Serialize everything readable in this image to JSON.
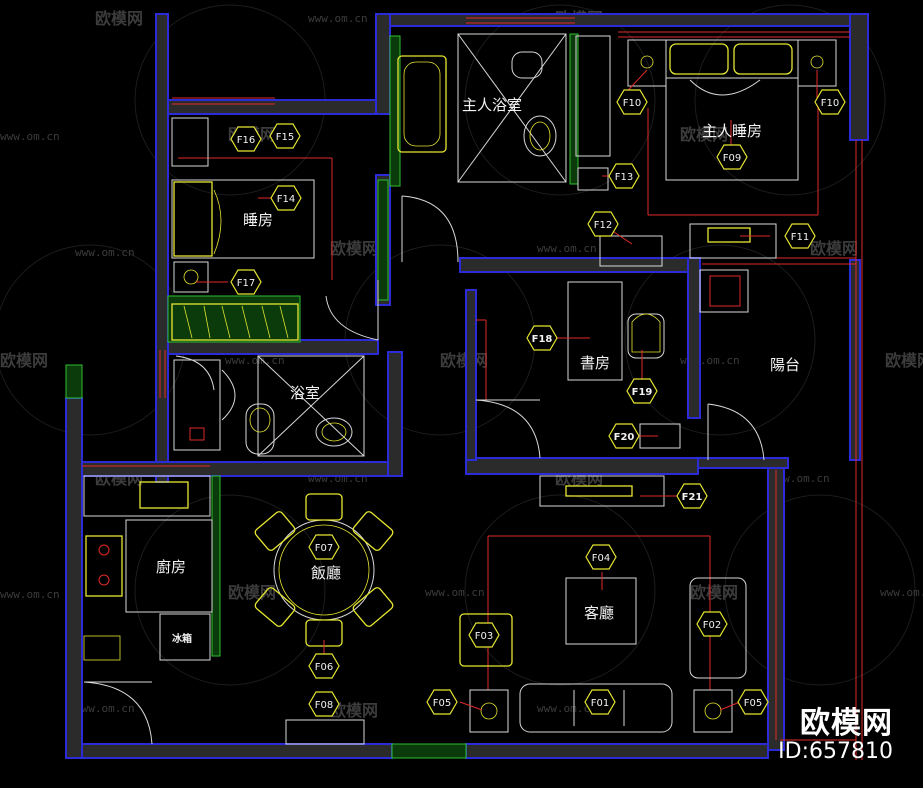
{
  "rooms": {
    "master_bath": "主人浴室",
    "master_bedroom": "主人睡房",
    "bedroom": "睡房",
    "bathroom": "浴室",
    "study": "書房",
    "balcony": "陽台",
    "kitchen": "廚房",
    "dining": "飯廳",
    "living": "客廳",
    "fridge": "冰箱"
  },
  "tags": {
    "F01": "F01",
    "F02": "F02",
    "F03": "F03",
    "F04": "F04",
    "F05": "F05",
    "F06": "F06",
    "F07": "F07",
    "F08": "F08",
    "F09": "F09",
    "F10": "F10",
    "F11": "F11",
    "F12": "F12",
    "F13": "F13",
    "F14": "F14",
    "F15": "F15",
    "F16": "F16",
    "F17": "F17",
    "F18": "F18",
    "F19": "F19",
    "F20": "F20",
    "F21": "F21"
  },
  "watermark": {
    "brand": "欧模网",
    "url": "www.om.cn"
  },
  "branding": {
    "name": "欧模网",
    "id": "ID:657810"
  },
  "colors": {
    "background": "#000000",
    "wall_outline": "#2b2bd8",
    "furniture": "#e6e632",
    "lines_red": "#e12a2a",
    "partition_green": "#2fbf2f"
  }
}
